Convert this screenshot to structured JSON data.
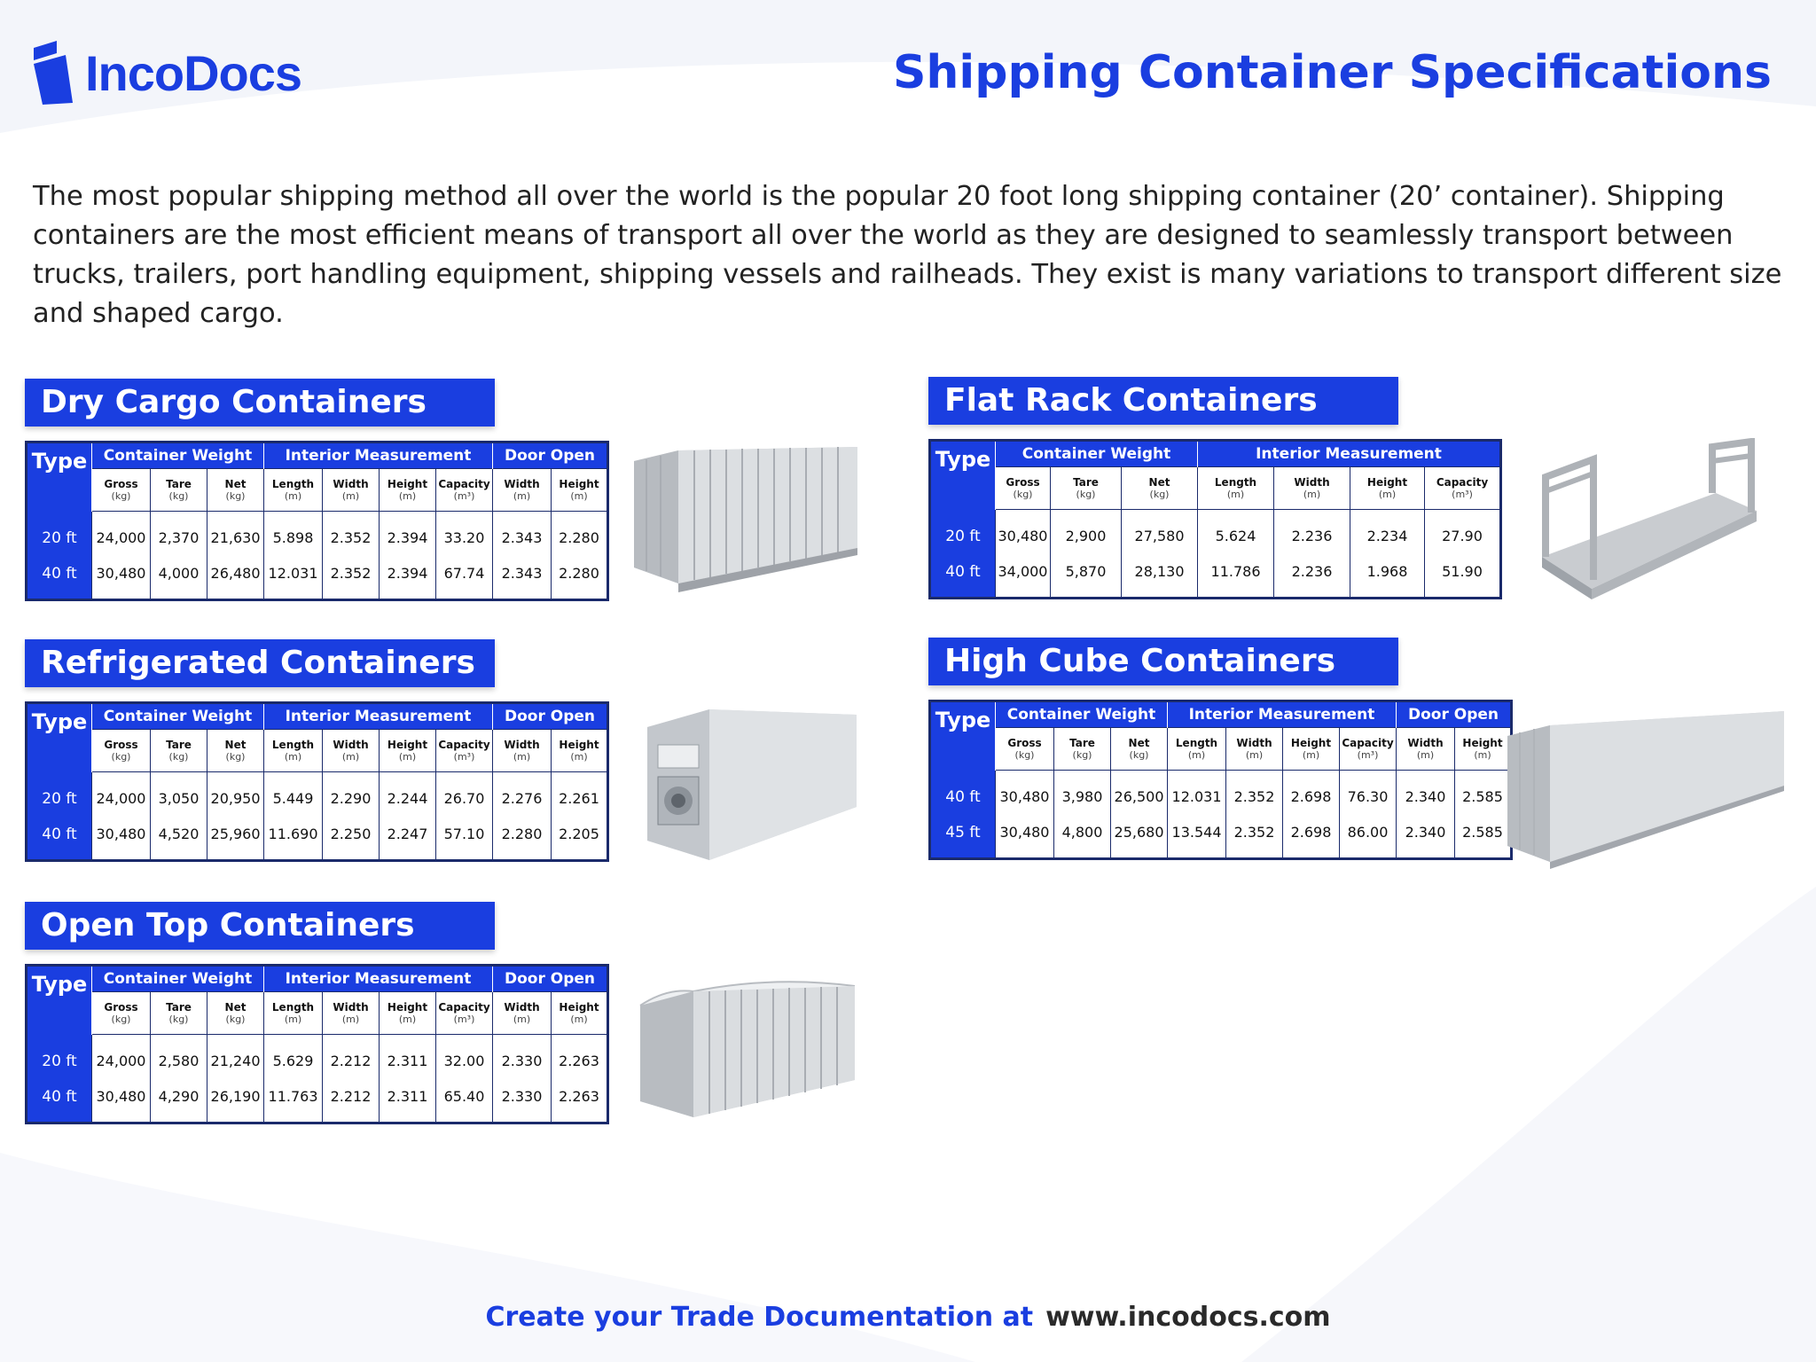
{
  "brand": {
    "name": "IncoDocs",
    "accent": "#1a3ee0",
    "border": "#1a2a6b"
  },
  "title": "Shipping Container Specifications",
  "intro": "The most popular shipping method all over the world is the popular 20 foot long shipping container (20’ container).  Shipping containers are the most efficient means of transport all over the world as they are designed to seamlessly transport between trucks, trailers, port handling equipment, shipping vessels and railheads.  They exist is many variations to transport different size and shaped cargo.",
  "table_header": {
    "type": "Type",
    "groups": {
      "weight": "Container Weight",
      "interior": "Interior Measurement",
      "door": "Door Open"
    },
    "cols": {
      "gross": "Gross",
      "tare": "Tare",
      "net": "Net",
      "length": "Length",
      "width": "Width",
      "height": "Height",
      "capacity": "Capacity",
      "door_width": "Width",
      "door_height": "Height"
    },
    "units": {
      "kg": "(kg)",
      "m": "(m)",
      "m3": "(m³)"
    }
  },
  "sections": {
    "dry": {
      "title": "Dry Cargo Containers",
      "rows": [
        {
          "type": "20 ft",
          "gross": "24,000",
          "tare": "2,370",
          "net": "21,630",
          "length": "5.898",
          "width": "2.352",
          "height": "2.394",
          "capacity": "33.20",
          "door_width": "2.343",
          "door_height": "2.280"
        },
        {
          "type": "40 ft",
          "gross": "30,480",
          "tare": "4,000",
          "net": "26,480",
          "length": "12.031",
          "width": "2.352",
          "height": "2.394",
          "capacity": "67.74",
          "door_width": "2.343",
          "door_height": "2.280"
        }
      ]
    },
    "reefer": {
      "title": "Refrigerated Containers",
      "rows": [
        {
          "type": "20 ft",
          "gross": "24,000",
          "tare": "3,050",
          "net": "20,950",
          "length": "5.449",
          "width": "2.290",
          "height": "2.244",
          "capacity": "26.70",
          "door_width": "2.276",
          "door_height": "2.261"
        },
        {
          "type": "40 ft",
          "gross": "30,480",
          "tare": "4,520",
          "net": "25,960",
          "length": "11.690",
          "width": "2.250",
          "height": "2.247",
          "capacity": "57.10",
          "door_width": "2.280",
          "door_height": "2.205"
        }
      ]
    },
    "opentop": {
      "title": "Open Top Containers",
      "rows": [
        {
          "type": "20 ft",
          "gross": "24,000",
          "tare": "2,580",
          "net": "21,240",
          "length": "5.629",
          "width": "2.212",
          "height": "2.311",
          "capacity": "32.00",
          "door_width": "2.330",
          "door_height": "2.263"
        },
        {
          "type": "40 ft",
          "gross": "30,480",
          "tare": "4,290",
          "net": "26,190",
          "length": "11.763",
          "width": "2.212",
          "height": "2.311",
          "capacity": "65.40",
          "door_width": "2.330",
          "door_height": "2.263"
        }
      ]
    },
    "flatrack": {
      "title": "Flat Rack Containers",
      "rows": [
        {
          "type": "20 ft",
          "gross": "30,480",
          "tare": "2,900",
          "net": "27,580",
          "length": "5.624",
          "width": "2.236",
          "height": "2.234",
          "capacity": "27.90"
        },
        {
          "type": "40 ft",
          "gross": "34,000",
          "tare": "5,870",
          "net": "28,130",
          "length": "11.786",
          "width": "2.236",
          "height": "1.968",
          "capacity": "51.90"
        }
      ]
    },
    "highcube": {
      "title": "High Cube Containers",
      "rows": [
        {
          "type": "40 ft",
          "gross": "30,480",
          "tare": "3,980",
          "net": "26,500",
          "length": "12.031",
          "width": "2.352",
          "height": "2.698",
          "capacity": "76.30",
          "door_width": "2.340",
          "door_height": "2.585"
        },
        {
          "type": "45 ft",
          "gross": "30,480",
          "tare": "4,800",
          "net": "25,680",
          "length": "13.544",
          "width": "2.352",
          "height": "2.698",
          "capacity": "86.00",
          "door_width": "2.340",
          "door_height": "2.585"
        }
      ]
    }
  },
  "footer": {
    "cta": "Create your Trade Documentation at",
    "url": "www.incodocs.com"
  }
}
